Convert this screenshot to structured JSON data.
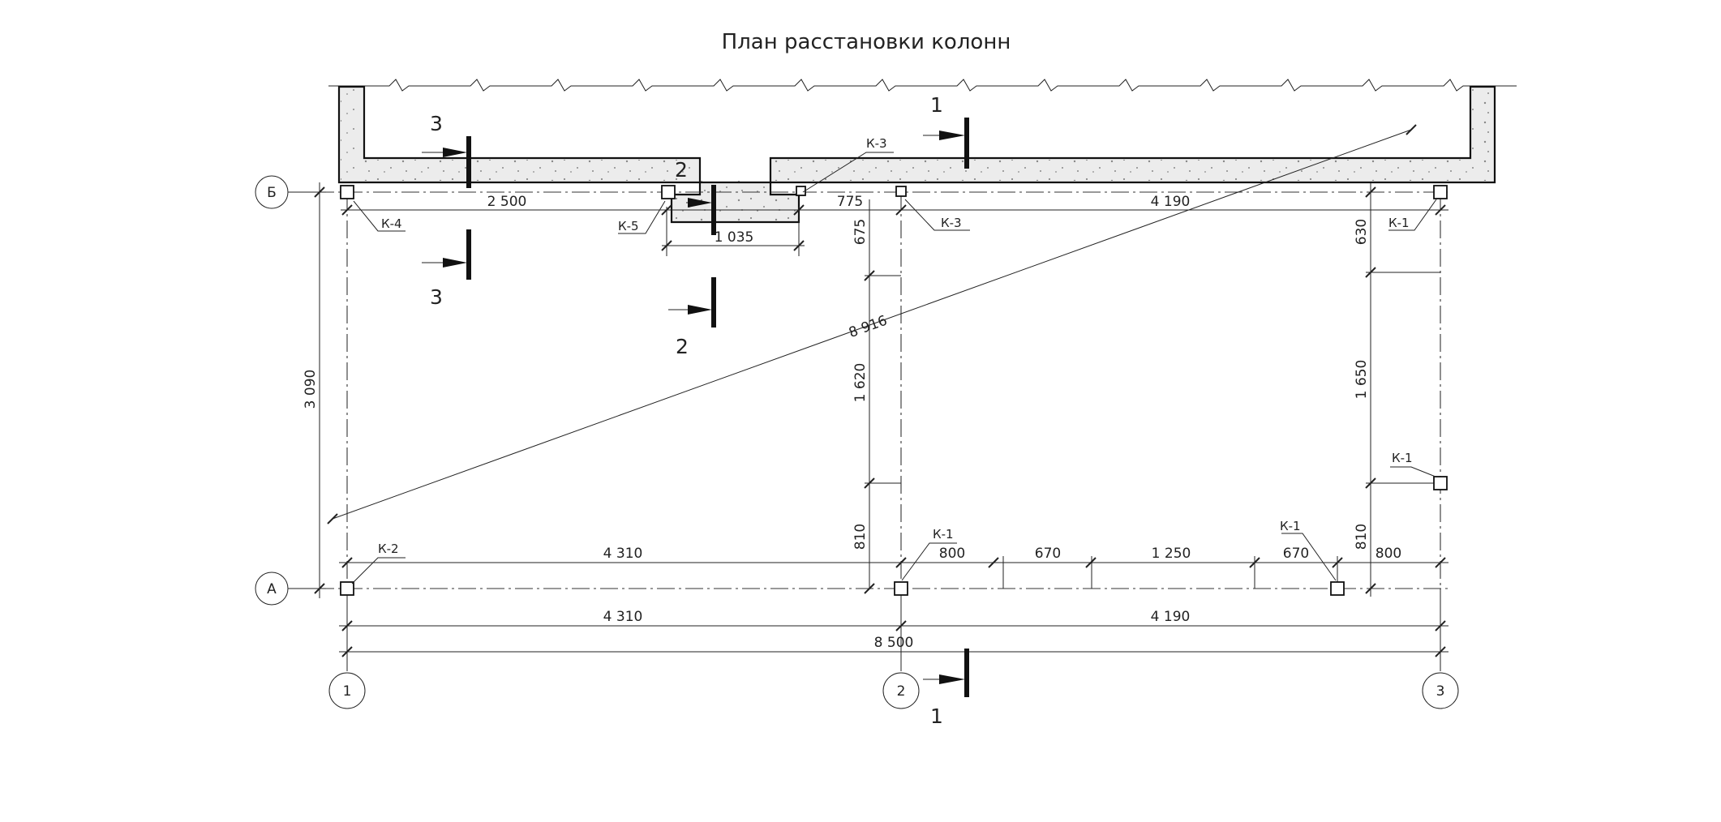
{
  "title": "План расстановки колонн",
  "axes": {
    "rows": [
      {
        "id": "B",
        "label": "Б"
      },
      {
        "id": "A",
        "label": "А"
      }
    ],
    "cols": [
      {
        "id": "1",
        "label": "1"
      },
      {
        "id": "2",
        "label": "2"
      },
      {
        "id": "3",
        "label": "3"
      }
    ]
  },
  "columns": [
    {
      "id": "c-k4",
      "mark": "К-4"
    },
    {
      "id": "c-k5",
      "mark": "К-5"
    },
    {
      "id": "c-k3a",
      "mark": "К-3"
    },
    {
      "id": "c-k3b",
      "mark": "К-3"
    },
    {
      "id": "c-k1a",
      "mark": "К-1"
    },
    {
      "id": "c-k1b",
      "mark": "К-1"
    },
    {
      "id": "c-k1c",
      "mark": "К-1"
    },
    {
      "id": "c-k1d",
      "mark": "К-1"
    },
    {
      "id": "c-k2",
      "mark": "К-2"
    }
  ],
  "dimensions": {
    "top_2500": "2 500",
    "top_775": "775",
    "top_4190": "4 190",
    "notch_1035": "1 035",
    "v_675": "675",
    "v_630": "630",
    "v_1620": "1 620",
    "v_1650": "1 650",
    "v_810_left": "810",
    "v_810_right": "810",
    "v_3090": "3 090",
    "diag_8916": "8 916",
    "a_4310": "4 310",
    "a_800_left": "800",
    "a_670_left": "670",
    "a_1250": "1 250",
    "a_670_right": "670",
    "a_800_right": "800",
    "b_4310": "4 310",
    "b_4190": "4 190",
    "total_8500": "8 500"
  },
  "sections": {
    "s1_top": "1",
    "s1_bottom": "1",
    "s2_top": "2",
    "s2_bottom": "2",
    "s3_top": "3",
    "s3_bottom": "3"
  }
}
